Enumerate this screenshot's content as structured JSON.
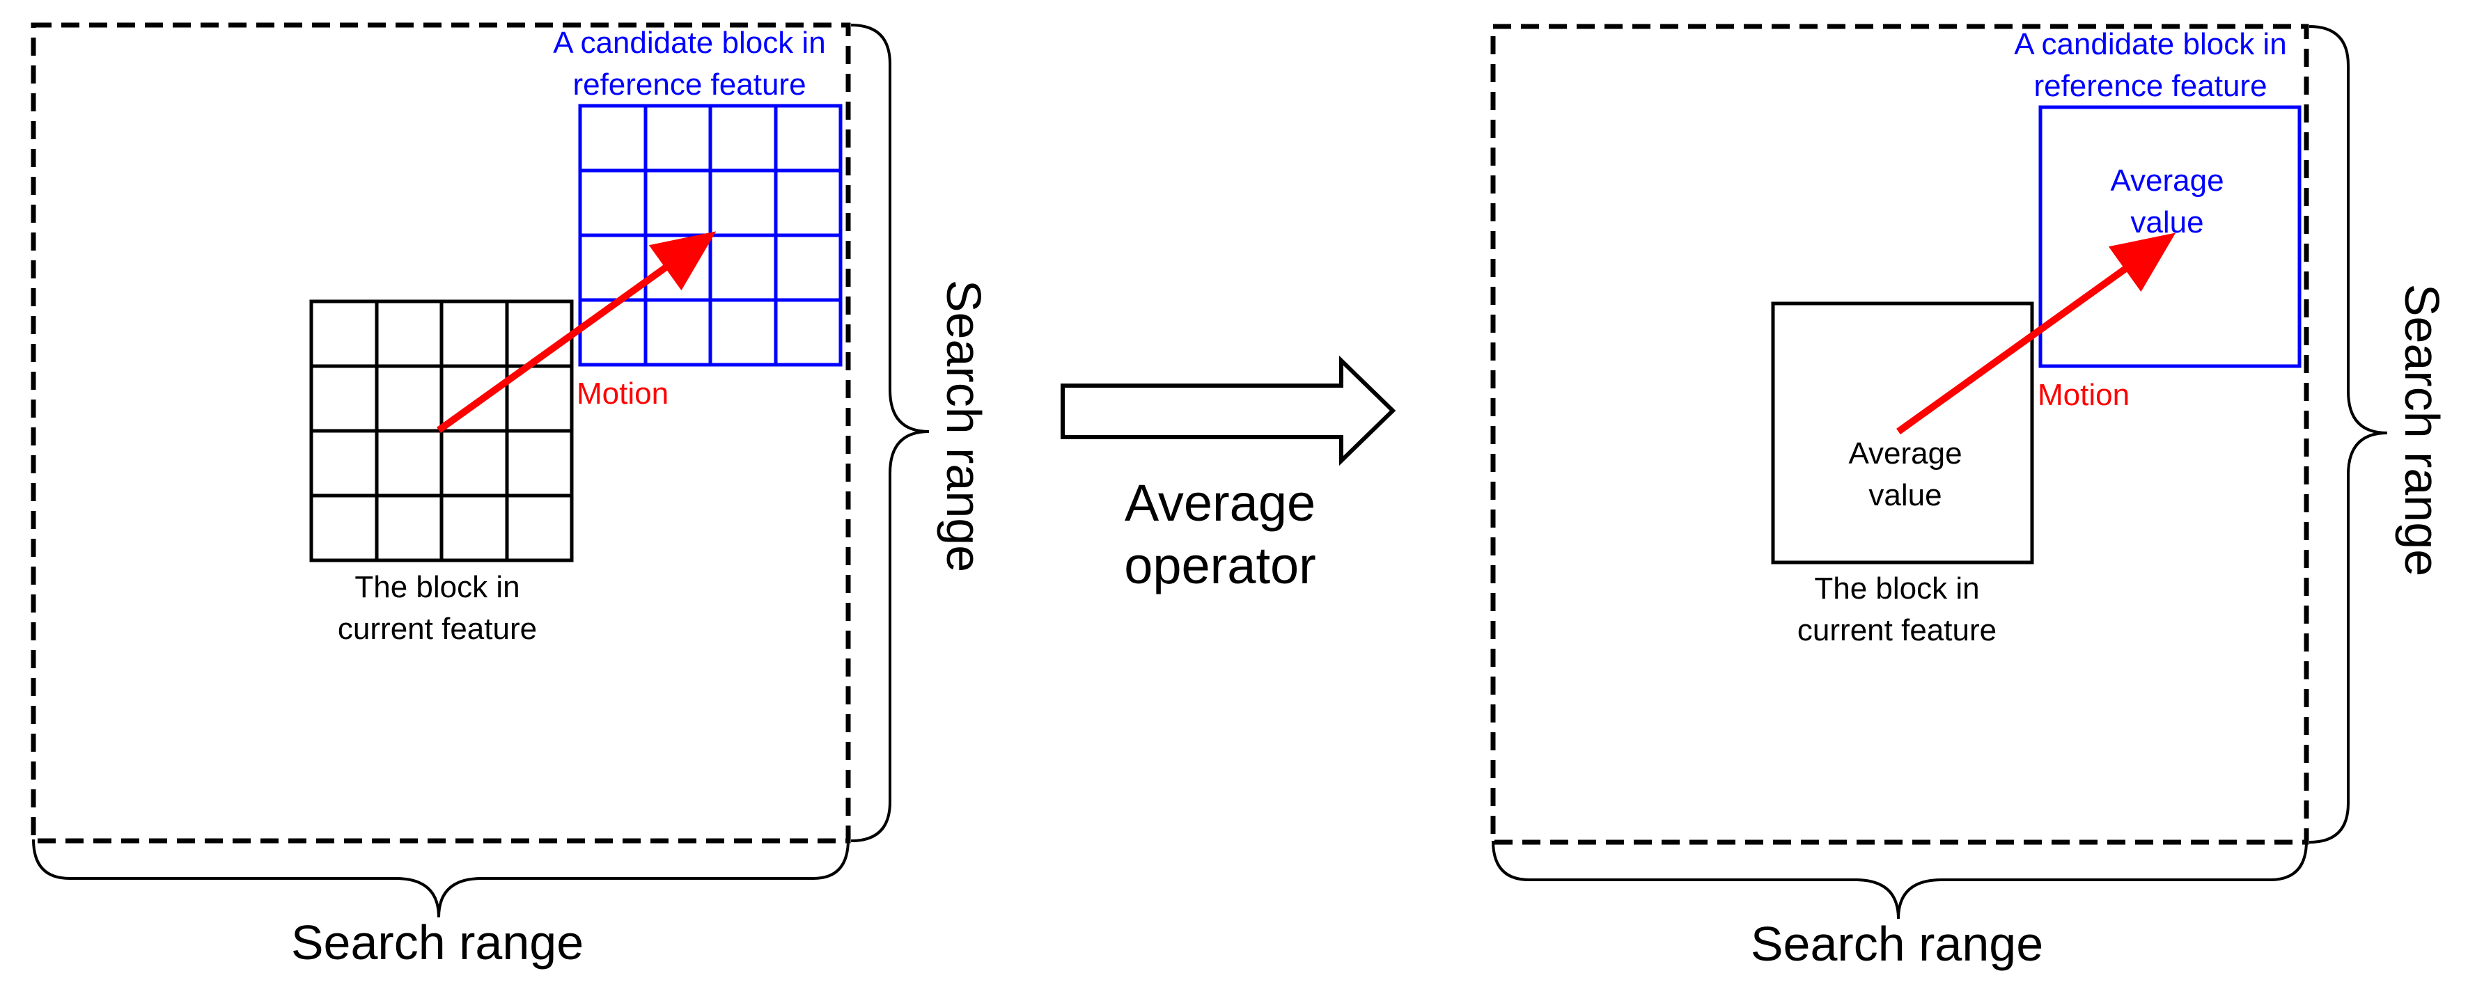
{
  "colors": {
    "current_block": "#000000",
    "candidate_block": "#0000ff",
    "motion": "#ff0000",
    "background": "#ffffff"
  },
  "left_panel": {
    "candidate_label": [
      "A candidate block in",
      "reference feature"
    ],
    "motion_label": "Motion",
    "current_label": [
      "The block in",
      "current feature"
    ],
    "search_range_bottom": "Search range",
    "search_range_right": "Search range",
    "block_grid": "4x4"
  },
  "middle": {
    "operator_label": [
      "Average",
      "operator"
    ],
    "arrow_icon": "block-arrow-right-icon"
  },
  "right_panel": {
    "candidate_label": [
      "A candidate block in",
      "reference feature"
    ],
    "candidate_value": [
      "Average",
      "value"
    ],
    "motion_label": "Motion",
    "current_value": [
      "Average",
      "value"
    ],
    "current_label": [
      "The block in",
      "current feature"
    ],
    "search_range_bottom": "Search range",
    "search_range_right": "Search range"
  }
}
